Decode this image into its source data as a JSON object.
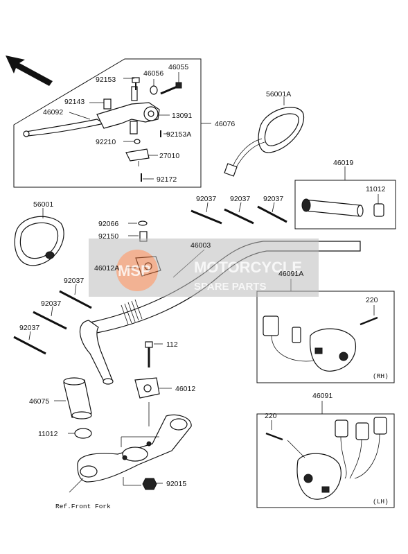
{
  "labels": {
    "p92153": "92153",
    "p46056": "46056",
    "p46055": "46055",
    "p92143": "92143",
    "p46092": "46092",
    "p13091": "13091",
    "p46076": "46076",
    "p92153A": "92153A",
    "p92210": "92210",
    "p27010": "27010",
    "p92172": "92172",
    "p56001A": "56001A",
    "p46019": "46019",
    "p11012a": "11012",
    "p56001": "56001",
    "p92037a": "92037",
    "p92037b": "92037",
    "p92037c": "92037",
    "p92066": "92066",
    "p92150": "92150",
    "p46003": "46003",
    "p46012A": "46012A",
    "p92037d": "92037",
    "p92037e": "92037",
    "p92037f": "92037",
    "p46091A": "46091A",
    "p220a": "220",
    "rh": "(RH)",
    "p112": "112",
    "p46012": "46012",
    "p46075": "46075",
    "p11012b": "11012",
    "p46091": "46091",
    "p220b": "220",
    "lh": "(LH)",
    "p92015": "92015",
    "ref_front_fork": "Ref.Front Fork"
  },
  "watermark": {
    "logo": "MSP",
    "line1": "MOTORCYCLE",
    "line2": "SPARE PARTS",
    "color": "#e8743b"
  }
}
